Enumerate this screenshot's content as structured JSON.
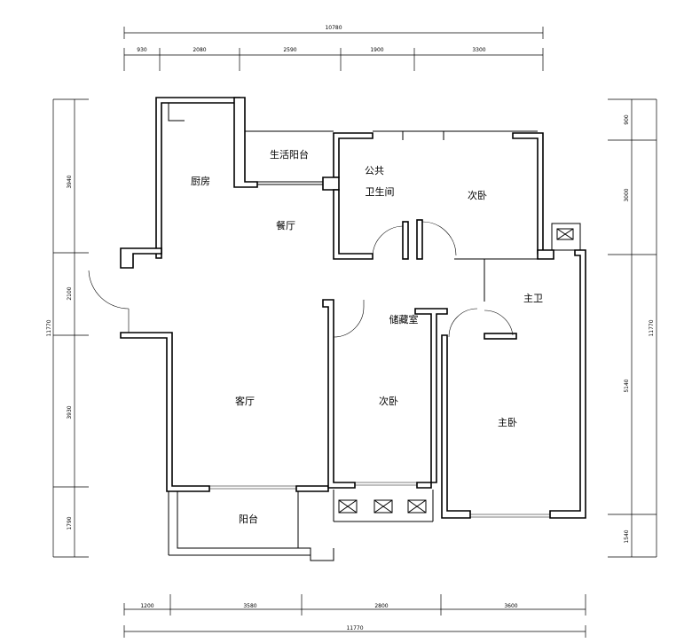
{
  "dimensions": {
    "top_total": "10780",
    "top_segments": [
      "930",
      "2080",
      "2590",
      "1900",
      "3300"
    ],
    "bottom_total": "11770",
    "bottom_segments": [
      "1200",
      "3580",
      "2800",
      "3600"
    ],
    "left_total": "11770",
    "left_segments": [
      "3940",
      "2100",
      "3930",
      "1790"
    ],
    "right_total": "11770",
    "right_segments": [
      "900",
      "3000",
      "5140",
      "1540"
    ]
  },
  "rooms": {
    "kitchen": "厨房",
    "utility_balcony": "生活阳台",
    "dining": "餐厅",
    "public_bathroom_l1": "公共",
    "public_bathroom_l2": "卫生间",
    "bedroom_north": "次卧",
    "master_bath": "主卫",
    "storage": "储藏室",
    "living": "客厅",
    "bedroom_middle": "次卧",
    "master_bedroom": "主卧",
    "balcony": "阳台"
  }
}
